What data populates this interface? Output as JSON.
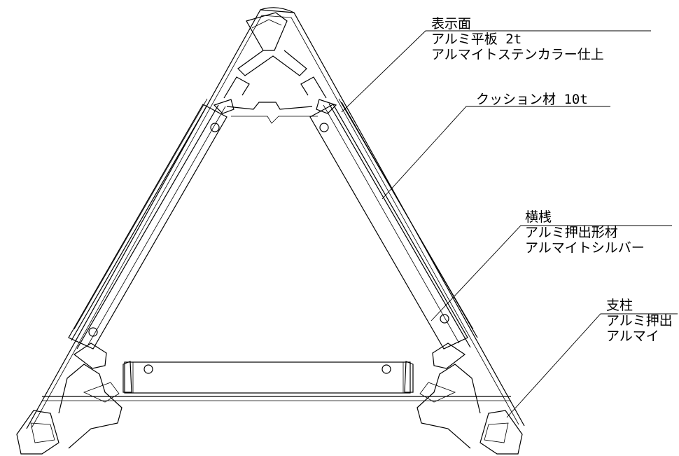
{
  "callouts": {
    "display_face": {
      "title": "表示面",
      "line1": "アルミ平板 2t",
      "line2": "アルマイトステンカラー仕上"
    },
    "cushion": {
      "title": "クッション材 10t"
    },
    "crossbar": {
      "title": "横桟",
      "line1": "アルミ押出形材",
      "line2": "アルマイトシルバー"
    },
    "post": {
      "title": "支柱",
      "line1": "アルミ押出",
      "line2": "アルマイ"
    }
  }
}
